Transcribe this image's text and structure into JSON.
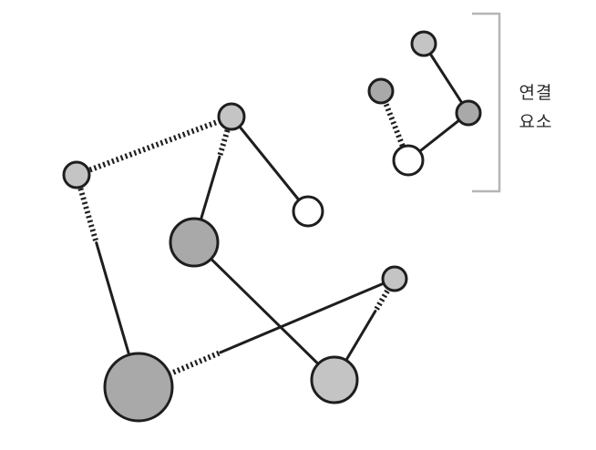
{
  "label": {
    "line1": "연결",
    "line2": "요소"
  },
  "colors": {
    "node_gray": "#a9a9a9",
    "node_light": "#c4c4c4",
    "node_white": "#ffffff",
    "stroke": "#1e1e1e",
    "bracket": "#b5b5b5"
  },
  "nodes": [
    {
      "id": "n1",
      "fill": "light"
    },
    {
      "id": "n2",
      "fill": "light"
    },
    {
      "id": "n3",
      "fill": "white"
    },
    {
      "id": "n4",
      "fill": "gray"
    },
    {
      "id": "n5",
      "fill": "light"
    },
    {
      "id": "n6",
      "fill": "gray"
    },
    {
      "id": "n7",
      "fill": "light"
    },
    {
      "id": "n8",
      "fill": "light"
    },
    {
      "id": "n9",
      "fill": "gray"
    },
    {
      "id": "n10",
      "fill": "gray"
    },
    {
      "id": "n11",
      "fill": "white"
    }
  ],
  "edges": [
    {
      "from": "n1",
      "to": "n2",
      "style": "dashed"
    },
    {
      "from": "n2",
      "to": "n4",
      "style": "mixed"
    },
    {
      "from": "n2",
      "to": "n3",
      "style": "solid"
    },
    {
      "from": "n1",
      "to": "n6",
      "style": "mixed"
    },
    {
      "from": "n4",
      "to": "n7",
      "style": "solid"
    },
    {
      "from": "n6",
      "to": "n5",
      "style": "mixed"
    },
    {
      "from": "n5",
      "to": "n7",
      "style": "mixed"
    },
    {
      "from": "n8",
      "to": "n10",
      "style": "solid"
    },
    {
      "from": "n10",
      "to": "n11",
      "style": "solid"
    },
    {
      "from": "n9",
      "to": "n11",
      "style": "dashed"
    }
  ]
}
